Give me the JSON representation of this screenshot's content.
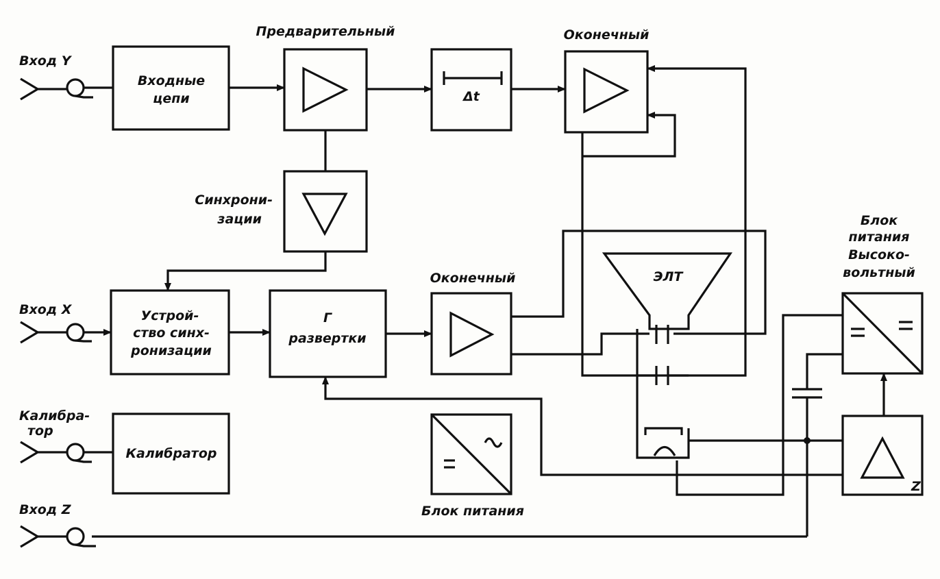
{
  "inputs": {
    "y": "Вход Y",
    "x": "Вход X",
    "calibrator": [
      "Калибра-",
      "тор"
    ],
    "z": "Вход Z"
  },
  "blocks": {
    "input_circuits": [
      "Входные",
      "цепи"
    ],
    "preamp_title": "Предварительный",
    "delay": "Δt",
    "final_amp_y_title": "Оконечный",
    "sync_label": [
      "Синхрони-",
      "зации"
    ],
    "sync_device": [
      "Устрой-",
      "ство синх-",
      "ронизации"
    ],
    "sweep_gen": [
      "Г",
      "развертки"
    ],
    "final_amp_x_title": "Оконечный",
    "crt": "ЭЛТ",
    "calibrator_block": "Калибратор",
    "power_supply": "Блок питания",
    "hv_supply": [
      "Блок",
      "питания",
      "Высоко-",
      "вольтный"
    ],
    "z_amp_mark": "Z"
  }
}
